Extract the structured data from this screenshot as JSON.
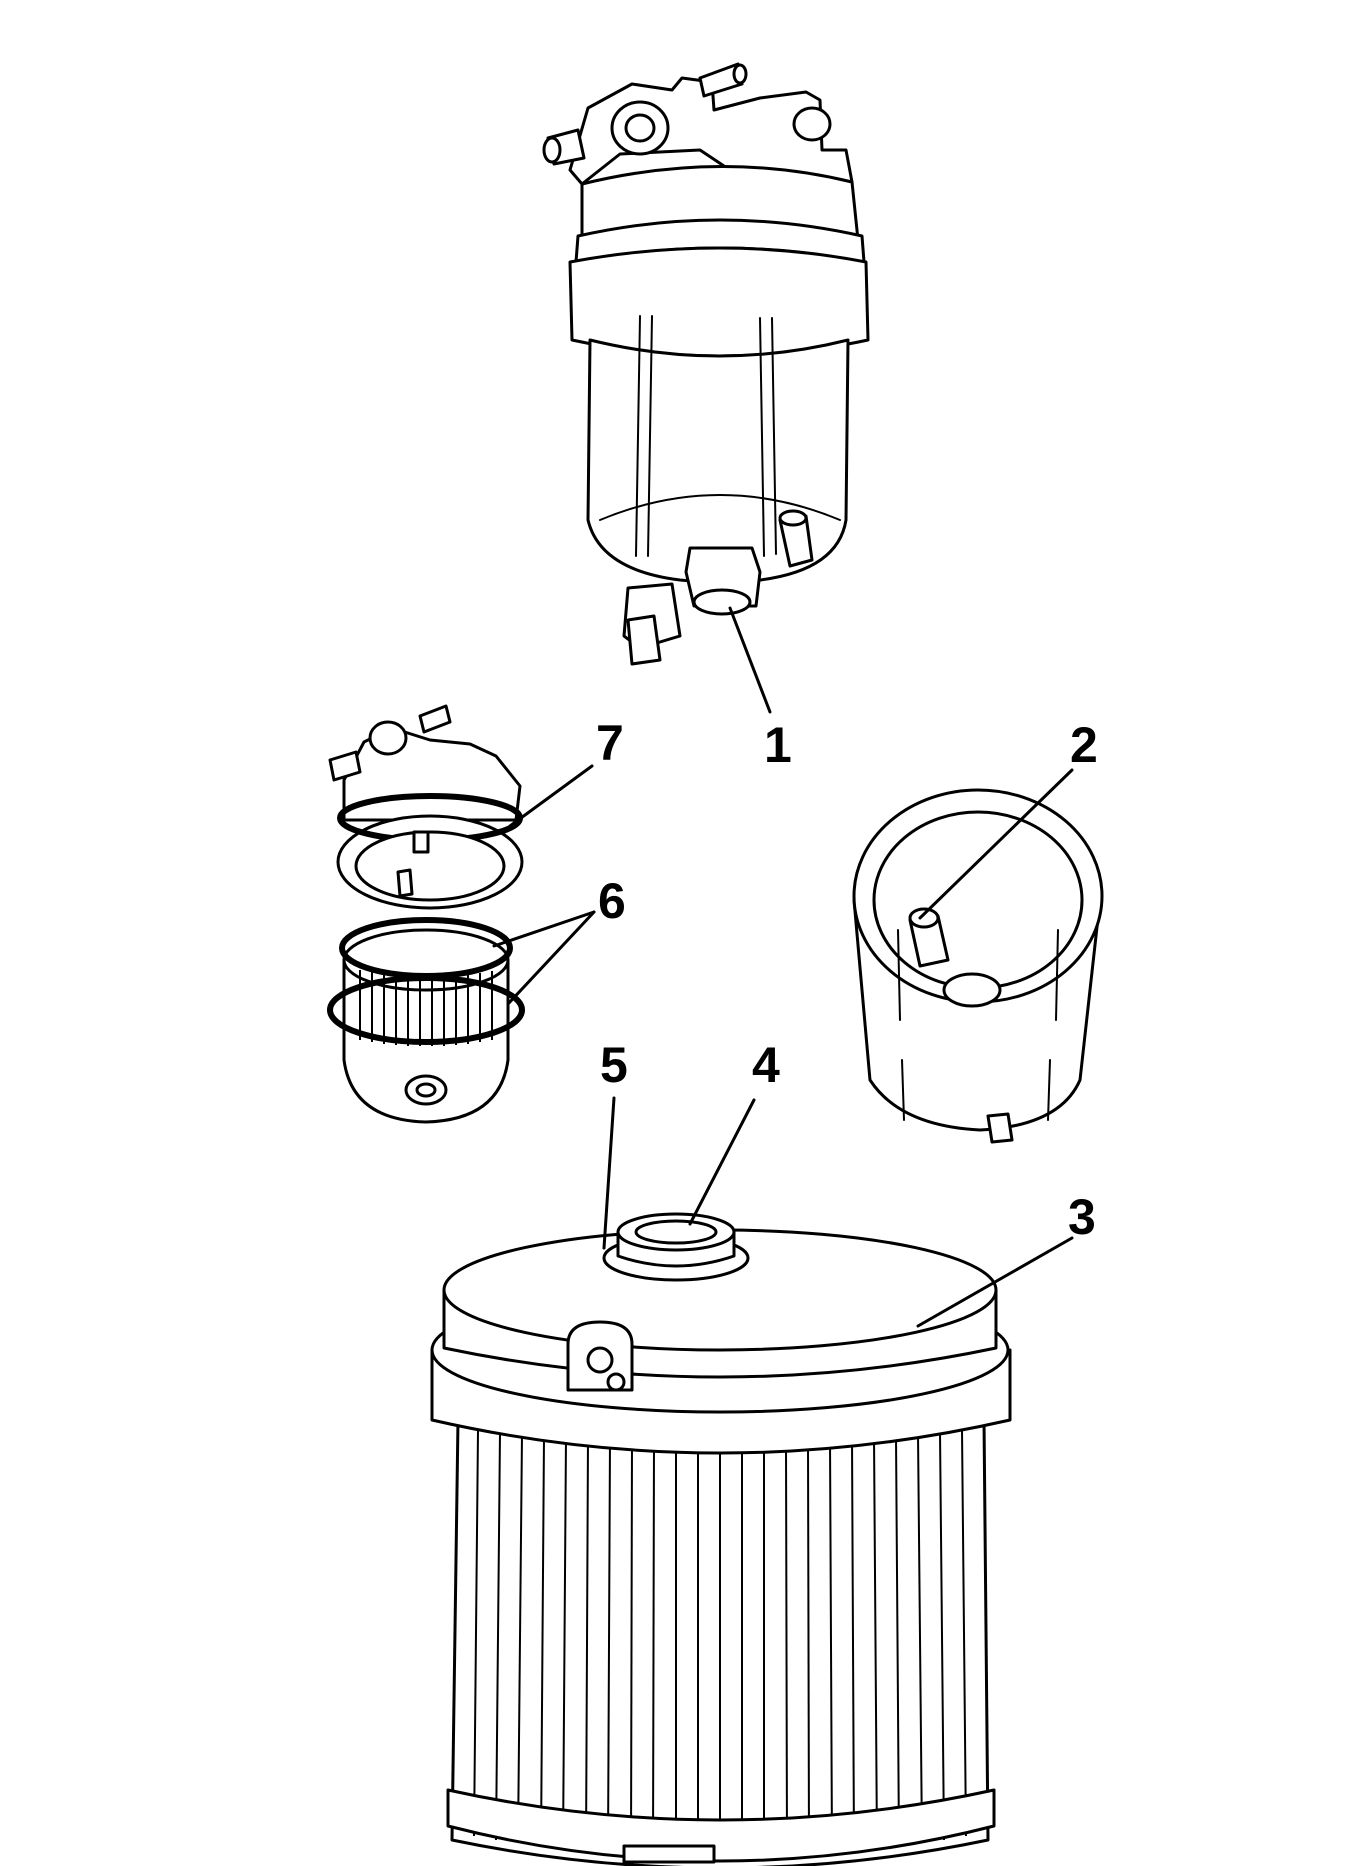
{
  "diagram": {
    "callouts": [
      {
        "id": "1",
        "label": "1"
      },
      {
        "id": "2",
        "label": "2"
      },
      {
        "id": "3",
        "label": "3"
      },
      {
        "id": "4",
        "label": "4"
      },
      {
        "id": "5",
        "label": "5"
      },
      {
        "id": "6",
        "label": "6"
      },
      {
        "id": "7",
        "label": "7"
      }
    ],
    "colors": {
      "line": "#000000",
      "background": "#ffffff"
    }
  }
}
